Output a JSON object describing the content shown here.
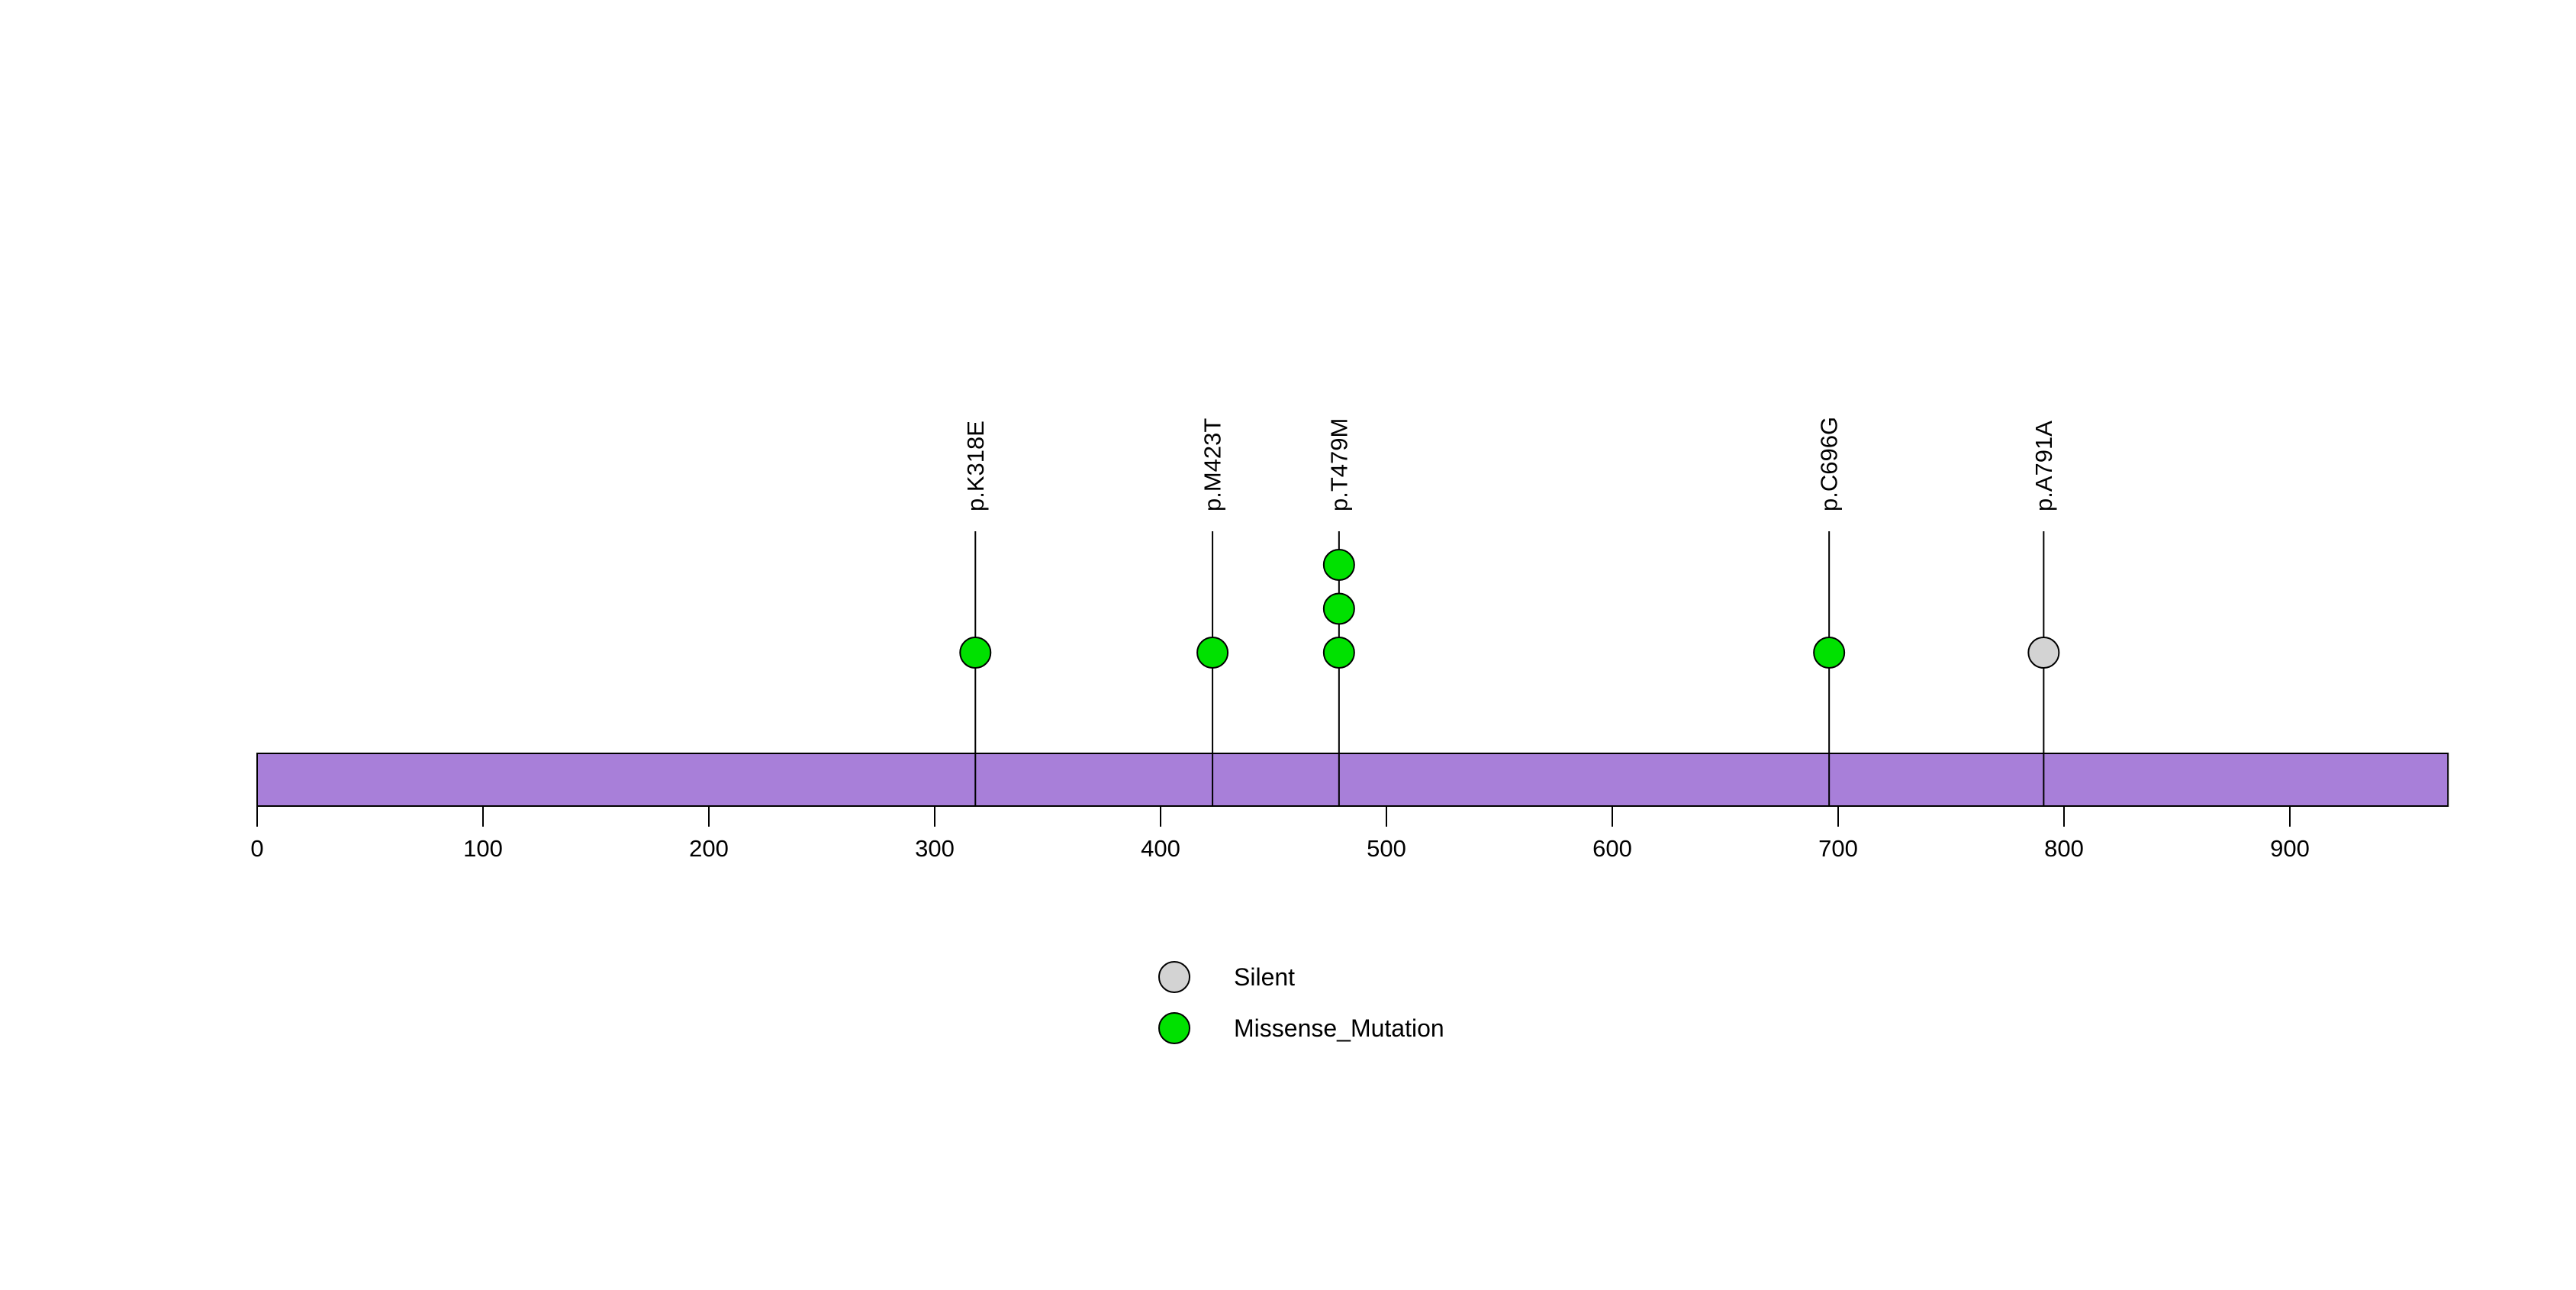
{
  "chart_data": {
    "type": "lollipop",
    "title": "",
    "xlabel": "",
    "ylabel": "",
    "xlim": [
      0,
      970
    ],
    "x_ticks": [
      0,
      100,
      200,
      300,
      400,
      500,
      600,
      700,
      800,
      900
    ],
    "gene_body": {
      "start": 0,
      "end": 970,
      "fill_color": "#A87FD9",
      "border_color": "#000000"
    },
    "mutations": [
      {
        "label": "p.K318E",
        "position": 318,
        "count": 1,
        "class": "Missense_Mutation"
      },
      {
        "label": "p.M423T",
        "position": 423,
        "count": 1,
        "class": "Missense_Mutation"
      },
      {
        "label": "p.T479M",
        "position": 479,
        "count": 3,
        "class": "Missense_Mutation"
      },
      {
        "label": "p.C696G",
        "position": 696,
        "count": 1,
        "class": "Missense_Mutation"
      },
      {
        "label": "p.A791A",
        "position": 791,
        "count": 1,
        "class": "Silent"
      }
    ],
    "class_colors": {
      "Silent": "#D3D3D3",
      "Missense_Mutation": "#00E100"
    },
    "marker_border_color": "#000000",
    "stem_color": "#000000",
    "legend": {
      "position": "bottom-center",
      "entries": [
        {
          "label": "Silent",
          "color": "#D3D3D3"
        },
        {
          "label": "Missense_Mutation",
          "color": "#00E100"
        }
      ]
    },
    "grid": false,
    "axis_text_color": "#000000"
  }
}
